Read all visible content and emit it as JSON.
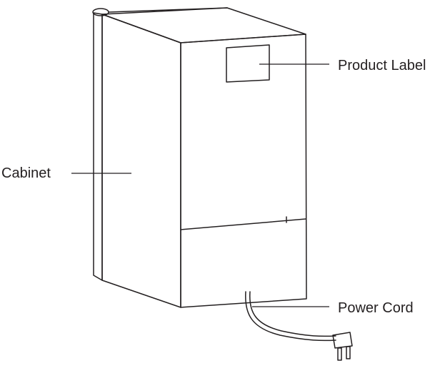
{
  "diagram": {
    "parts": [
      {
        "id": "product-label",
        "label": "Product Label"
      },
      {
        "id": "cabinet",
        "label": "Cabinet"
      },
      {
        "id": "power-cord",
        "label": "Power Cord"
      }
    ]
  }
}
